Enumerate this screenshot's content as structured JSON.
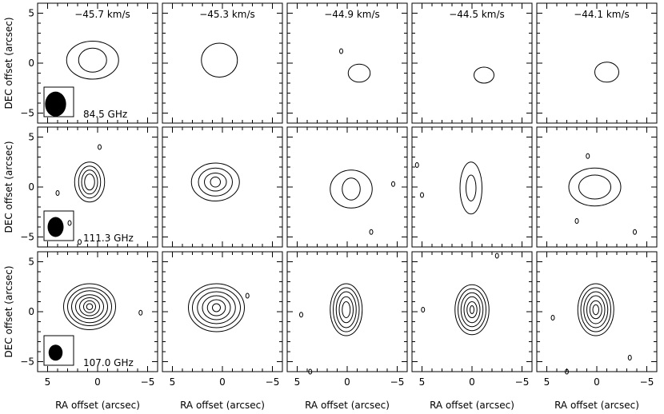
{
  "chart_data": {
    "type": "contour",
    "xlabel": "RA offset (arcsec)",
    "ylabel": "DEC offset (arcsec)",
    "xlim": [
      6,
      -6
    ],
    "ylim": [
      -6,
      6
    ],
    "xticks": [
      5,
      0,
      -5
    ],
    "yticks": [
      5,
      0,
      -5
    ],
    "xtick_labels": [
      "5",
      "0",
      "−5"
    ],
    "ytick_labels": [
      "5",
      "0",
      "−5"
    ],
    "velocities": [
      "−45.7 km/s",
      "−45.3 km/s",
      "−44.9 km/s",
      "−44.5 km/s",
      "−44.1 km/s"
    ],
    "frequencies": [
      "84.5 GHz",
      "111.3 GHz",
      "107.0 GHz"
    ],
    "beams": [
      {
        "center": [
          4.2,
          -4.1
        ],
        "major": 2.5,
        "minor": 2.1
      },
      {
        "center": [
          4.2,
          -4.0
        ],
        "major": 2.0,
        "minor": 1.6
      },
      {
        "center": [
          4.2,
          -4.1
        ],
        "major": 1.6,
        "minor": 1.4
      }
    ],
    "panels": [
      [
        {
          "cx": 0.5,
          "cy": 0.3,
          "contours": [
            [
              2.6,
              1.9
            ],
            [
              1.4,
              1.2
            ]
          ],
          "specks": []
        },
        {
          "cx": 0.3,
          "cy": 0.3,
          "contours": [
            [
              1.8,
              1.7
            ]
          ],
          "specks": []
        },
        {
          "cx": -1.2,
          "cy": -1.0,
          "contours": [
            [
              1.1,
              0.9
            ]
          ],
          "specks": [
            [
              0.6,
              1.2
            ]
          ]
        },
        {
          "cx": -1.2,
          "cy": -1.2,
          "contours": [
            [
              1.0,
              0.8
            ]
          ],
          "specks": []
        },
        {
          "cx": -1.0,
          "cy": -0.9,
          "contours": [
            [
              1.2,
              1.0
            ]
          ],
          "specks": []
        }
      ],
      [
        {
          "cx": 0.8,
          "cy": 0.5,
          "contours": [
            [
              1.5,
              2.0
            ],
            [
              1.1,
              1.6
            ],
            [
              0.8,
              1.2
            ],
            [
              0.5,
              0.8
            ]
          ],
          "specks": [
            [
              4.0,
              -0.6
            ],
            [
              -0.2,
              4.0
            ],
            [
              1.8,
              -5.5
            ],
            [
              2.8,
              -3.6
            ]
          ]
        },
        {
          "cx": 0.7,
          "cy": 0.5,
          "contours": [
            [
              2.4,
              1.9
            ],
            [
              1.7,
              1.4
            ],
            [
              1.1,
              0.9
            ],
            [
              0.5,
              0.5
            ]
          ],
          "specks": []
        },
        {
          "cx": -0.4,
          "cy": -0.2,
          "contours": [
            [
              2.1,
              1.9
            ],
            [
              0.9,
              1.1
            ]
          ],
          "specks": [
            [
              -4.6,
              0.3
            ],
            [
              -2.4,
              -4.5
            ]
          ]
        },
        {
          "cx": 0.1,
          "cy": -0.1,
          "contours": [
            [
              1.1,
              2.6
            ],
            [
              0.5,
              1.3
            ]
          ],
          "specks": [
            [
              5.5,
              2.2
            ],
            [
              5.0,
              -0.8
            ]
          ]
        },
        {
          "cx": 0.2,
          "cy": 0.0,
          "contours": [
            [
              2.6,
              1.9
            ],
            [
              1.6,
              1.2
            ]
          ],
          "specks": [
            [
              0.9,
              3.1
            ],
            [
              -3.8,
              -4.5
            ],
            [
              2.0,
              -3.4
            ]
          ]
        }
      ],
      [
        {
          "cx": 0.8,
          "cy": 0.5,
          "contours": [
            [
              2.6,
              2.3
            ],
            [
              2.2,
              1.9
            ],
            [
              1.8,
              1.6
            ],
            [
              1.4,
              1.2
            ],
            [
              1.0,
              0.9
            ],
            [
              0.6,
              0.6
            ],
            [
              0.3,
              0.3
            ]
          ],
          "specks": [
            [
              -4.3,
              -0.1
            ]
          ]
        },
        {
          "cx": 0.6,
          "cy": 0.4,
          "contours": [
            [
              2.8,
              2.4
            ],
            [
              2.4,
              2.0
            ],
            [
              1.9,
              1.6
            ],
            [
              1.4,
              1.2
            ],
            [
              0.9,
              0.8
            ],
            [
              0.4,
              0.4
            ]
          ],
          "specks": [
            [
              -2.5,
              1.6
            ]
          ]
        },
        {
          "cx": 0.1,
          "cy": 0.2,
          "contours": [
            [
              1.6,
              2.6
            ],
            [
              1.3,
              2.2
            ],
            [
              1.0,
              1.8
            ],
            [
              0.7,
              1.3
            ],
            [
              0.4,
              0.8
            ]
          ],
          "specks": [
            [
              4.6,
              -0.3
            ],
            [
              3.7,
              -6.0
            ]
          ]
        },
        {
          "cx": 0.0,
          "cy": 0.2,
          "contours": [
            [
              1.7,
              2.5
            ],
            [
              1.4,
              2.1
            ],
            [
              1.1,
              1.7
            ],
            [
              0.8,
              1.3
            ],
            [
              0.5,
              0.8
            ],
            [
              0.2,
              0.4
            ]
          ],
          "specks": [
            [
              4.9,
              0.2
            ],
            [
              -2.5,
              5.6
            ]
          ]
        },
        {
          "cx": 0.1,
          "cy": 0.2,
          "contours": [
            [
              1.8,
              2.6
            ],
            [
              1.5,
              2.2
            ],
            [
              1.2,
              1.8
            ],
            [
              0.9,
              1.4
            ],
            [
              0.6,
              0.9
            ],
            [
              0.3,
              0.5
            ]
          ],
          "specks": [
            [
              4.4,
              -0.6
            ],
            [
              3.0,
              -6.0
            ],
            [
              -3.3,
              -4.6
            ]
          ]
        }
      ]
    ]
  }
}
